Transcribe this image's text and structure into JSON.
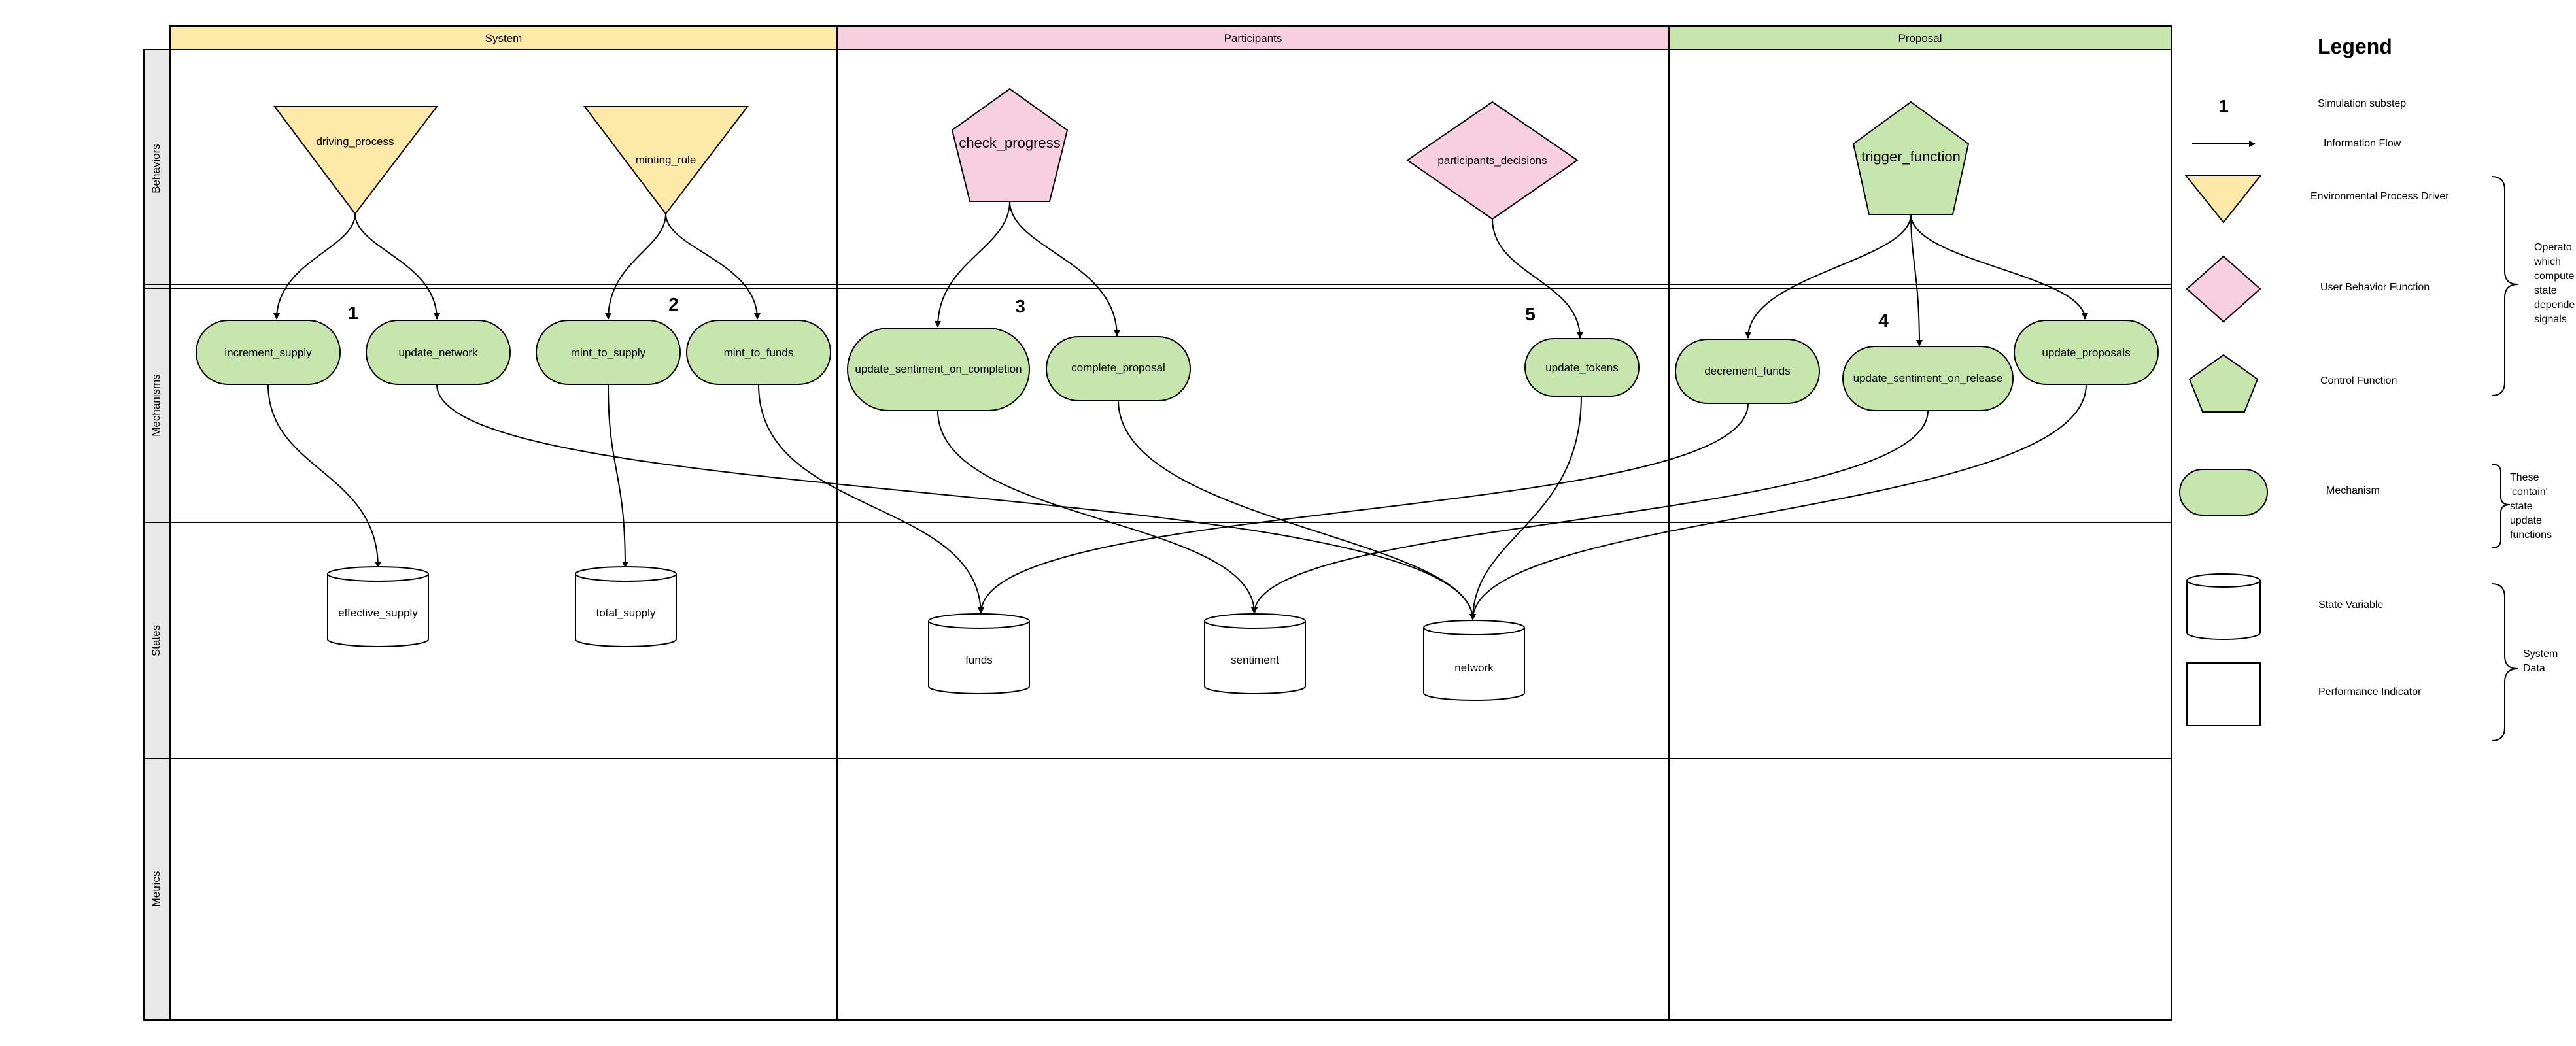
{
  "lanes": [
    {
      "key": "system",
      "label": "System",
      "color": "#fde9a8"
    },
    {
      "key": "participants",
      "label": "Participants",
      "color": "#f8cfdf"
    },
    {
      "key": "proposal",
      "label": "Proposal",
      "color": "#c6e6ad"
    }
  ],
  "rows": [
    {
      "key": "behaviors",
      "label": "Behaviors"
    },
    {
      "key": "mechanisms",
      "label": "Mechanisms"
    },
    {
      "key": "states",
      "label": "States"
    },
    {
      "key": "metrics",
      "label": "Metrics"
    }
  ],
  "behaviors": {
    "driving_process": "driving_process",
    "minting_rule": "minting_rule",
    "check_progress": "check_progress",
    "participants_decisions": "participants_decisions",
    "trigger_function": "trigger_function"
  },
  "mechanisms": {
    "increment_supply": "increment_supply",
    "update_network": "update_network",
    "mint_to_supply": "mint_to_supply",
    "mint_to_funds": "mint_to_funds",
    "update_sentiment_on_completion": "update_sentiment_on_completion",
    "complete_proposal": "complete_proposal",
    "update_tokens": "update_tokens",
    "decrement_funds": "decrement_funds",
    "update_sentiment_on_release": "update_sentiment_on_release",
    "update_proposals": "update_proposals"
  },
  "states": {
    "effective_supply": "effective_supply",
    "total_supply": "total_supply",
    "funds": "funds",
    "sentiment": "sentiment",
    "network": "network"
  },
  "substeps": [
    "1",
    "2",
    "3",
    "5",
    "4"
  ],
  "legend": {
    "title": "Legend",
    "substep_symbol": "1",
    "substep": "Simulation substep",
    "info_flow": "Information Flow",
    "env_driver": "Environmental Process Driver",
    "user_behavior": "User Behavior Function",
    "control": "Control Function",
    "mechanism": "Mechanism",
    "state_var": "State Variable",
    "perf_indicator": "Performance Indicator",
    "operator_note": [
      "Operato",
      "which",
      "compute",
      "state",
      "depende",
      "signals"
    ],
    "mechanism_note": [
      "These",
      "'contain'",
      "state",
      "update",
      "functions"
    ],
    "system_note": [
      "System",
      "Data"
    ]
  },
  "colors": {
    "yellow": "#fde9a8",
    "pink": "#f8cfdf",
    "green": "#c6e6ad",
    "rowbar": "#e8e8e8"
  }
}
